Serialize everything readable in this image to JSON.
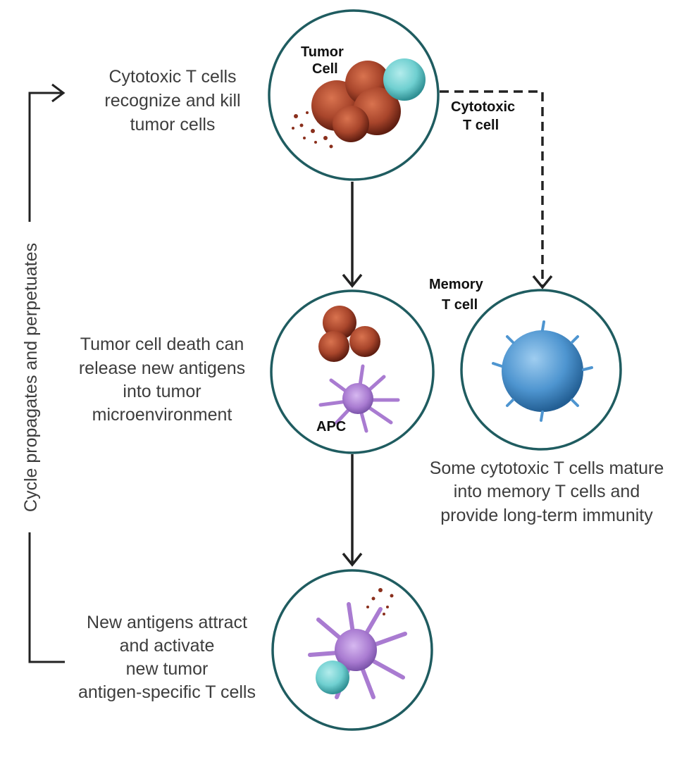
{
  "colors": {
    "ring": "#1f5c60",
    "arrow": "#222222",
    "text": "#3d3d3d",
    "tumor": "#a8452b",
    "t_cell": "#6fcfd0",
    "apc": "#a97bd1",
    "memory": "#4e95d0"
  },
  "labels": {
    "tumor_cell_1": "Tumor",
    "tumor_cell_2": "Cell",
    "cytotoxic_1": "Cytotoxic",
    "cytotoxic_2": "T cell",
    "memory_1": "Memory",
    "memory_2": "T cell",
    "apc": "APC"
  },
  "steps": {
    "kill": [
      "Cytotoxic T cells",
      "recognize and kill",
      "tumor cells"
    ],
    "release": [
      "Tumor cell death can",
      "release new antigens",
      "into tumor",
      "microenvironment"
    ],
    "attract": [
      "New antigens attract",
      "and activate",
      "new tumor",
      "antigen-specific T cells"
    ],
    "memory": [
      "Some cytotoxic T cells mature",
      "into memory T cells and",
      "provide long-term immunity"
    ]
  },
  "cycle_label": "Cycle propagates and perpetuates"
}
